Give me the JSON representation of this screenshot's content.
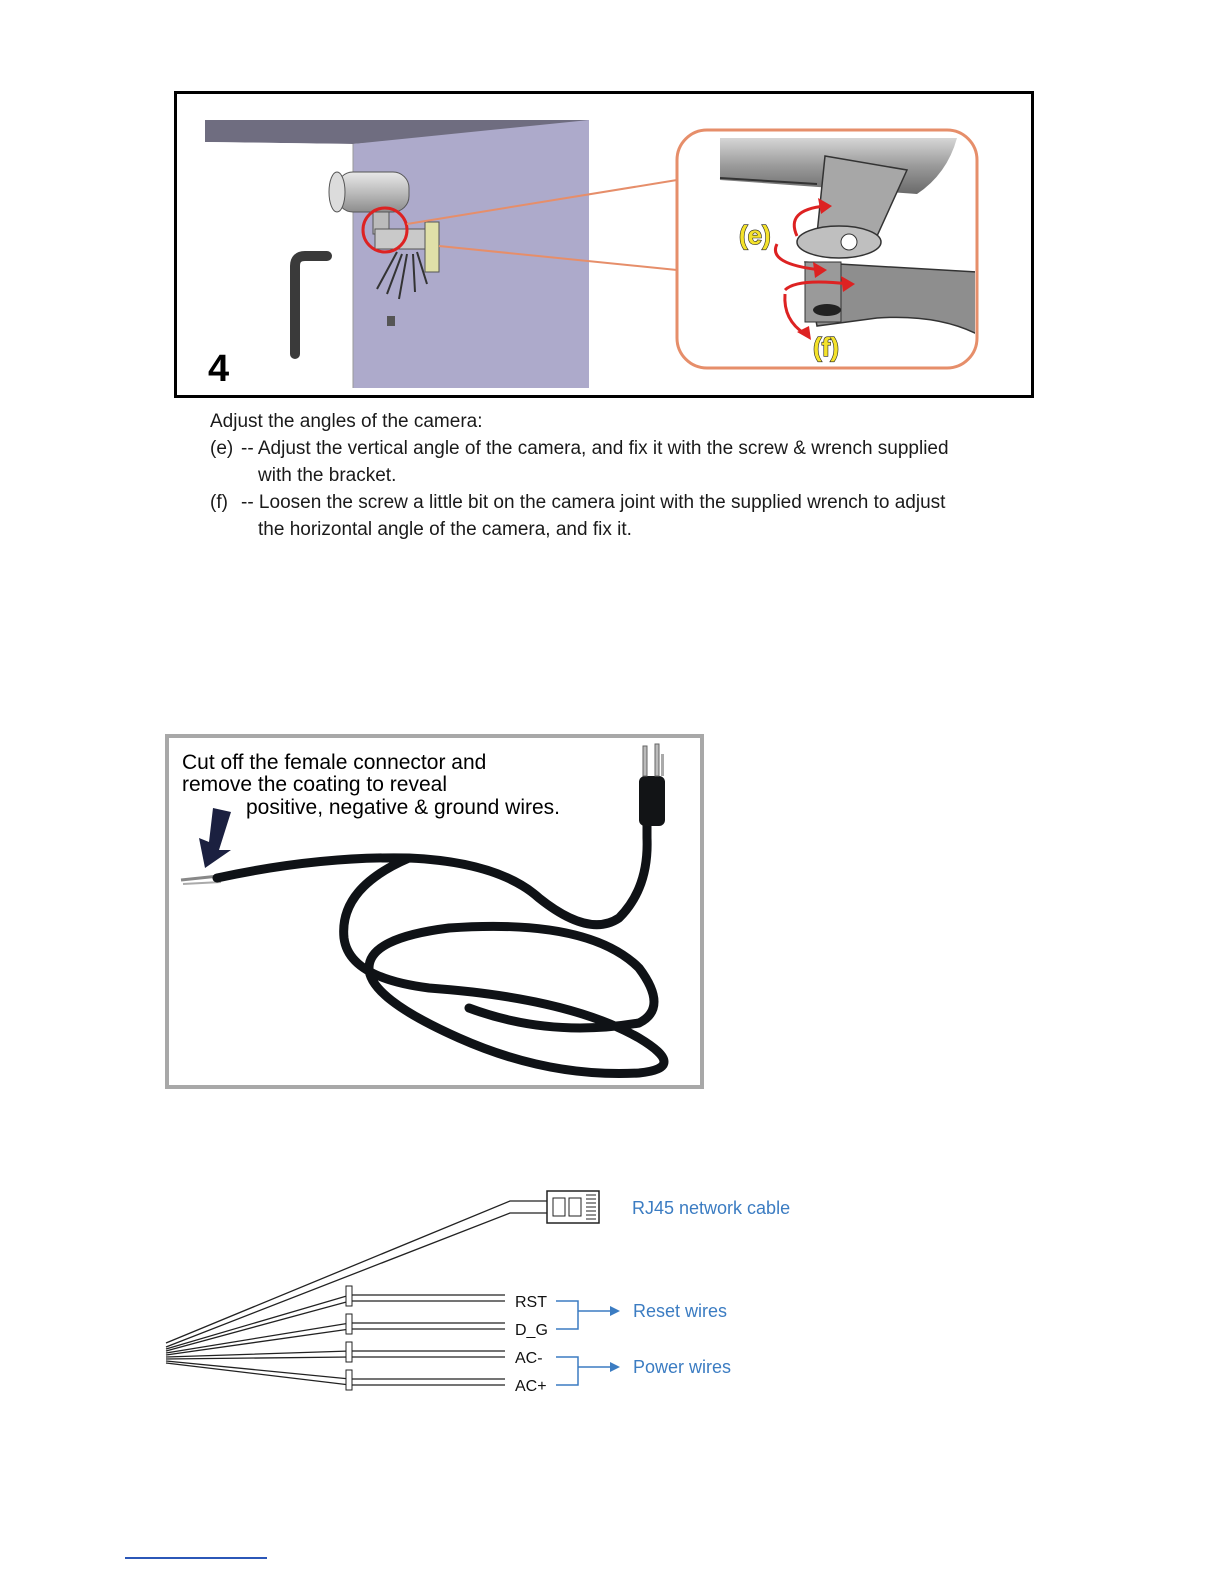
{
  "figure4": {
    "step_number": "4",
    "label_e": "(e)",
    "label_f": "(f)"
  },
  "instructions": {
    "heading": "Adjust the angles of the camera:",
    "item_e_marker": "(e)",
    "item_e_line1": "-- Adjust the vertical angle of the camera, and fix it with the screw & wrench supplied",
    "item_e_line2": "with the bracket.",
    "item_f_marker": "(f)",
    "item_f_line1": "-- Loosen the screw a little bit on the camera joint with the supplied wrench to adjust",
    "item_f_line2": "the horizontal angle of the camera, and fix it."
  },
  "power_cord_figure": {
    "caption_line1": "Cut off the female connector and",
    "caption_line2": "remove the coating to reveal",
    "caption_line3": "positive, negative & ground wires."
  },
  "wiring_diagram": {
    "rj45_label": "RJ45 network cable",
    "wires": [
      "RST",
      "D_G",
      "AC-",
      "AC+"
    ],
    "reset_group_label": "Reset wires",
    "power_group_label": "Power wires",
    "accent_color": "#3b7cc2"
  }
}
